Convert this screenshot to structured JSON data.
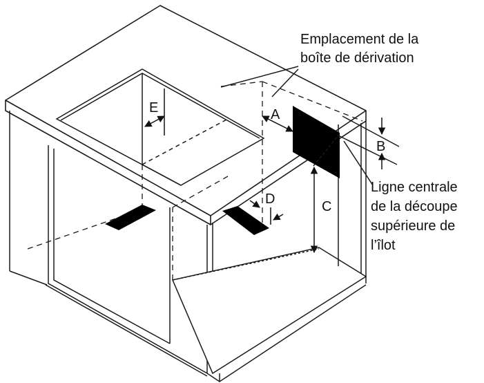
{
  "callouts": {
    "junction_box": [
      "Emplacement de la",
      "boîte de dérivation"
    ],
    "centerline": [
      "Ligne centrale",
      "de la découpe",
      "supérieure de",
      "l’îlot"
    ]
  },
  "dimensions": {
    "a": "A",
    "b": "B",
    "c": "C",
    "d": "D",
    "e": "E"
  },
  "colors": {
    "line": "#1a1a1a",
    "fill": "#000000",
    "background": "#ffffff"
  }
}
